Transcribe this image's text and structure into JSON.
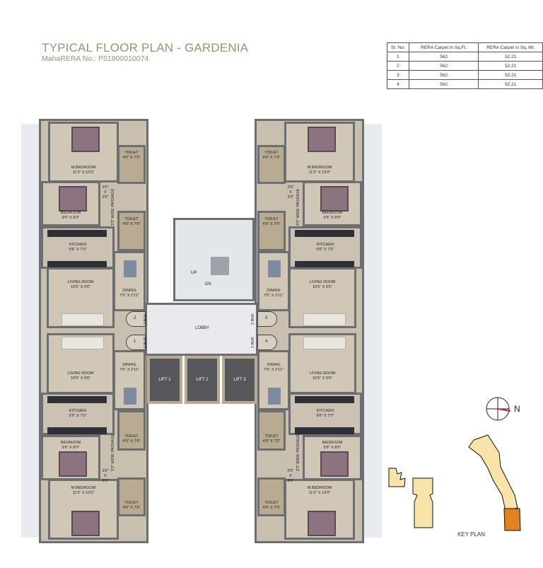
{
  "header": {
    "title": "TYPICAL FLOOR PLAN - GARDENIA",
    "rera_no": "MahaRERA No.: P51800010074"
  },
  "rera_table": {
    "columns": [
      "Sr. No.",
      "RERA Carpet in Sq.Ft.",
      "RERA Carpet in Sq. Mt."
    ],
    "rows": [
      [
        "1",
        "562",
        "52.21"
      ],
      [
        "2",
        "562",
        "52.21"
      ],
      [
        "3",
        "562",
        "52.21"
      ],
      [
        "4",
        "562",
        "52.21"
      ]
    ]
  },
  "rooms": {
    "m_bedroom": {
      "name": "M.BEDROOM",
      "size": "11'3\" X 10'0\""
    },
    "toilet": {
      "name": "TOILET",
      "size": "4'0\" X 7'0\""
    },
    "bedroom": {
      "name": "BEDROOM",
      "size": "9'6\" X 8'0\""
    },
    "kitchen": {
      "name": "KITCHEN",
      "size": "9'6\" X 7'0\""
    },
    "living": {
      "name": "LIVING ROOM",
      "size": "16'5\" X 9'6\""
    },
    "dining": {
      "name": "DINING",
      "size": "7'5\" X 2'11\""
    },
    "passage": "3'3\" WIDE PASSAGE",
    "nook": "3'0\" X 3'0\""
  },
  "units": [
    {
      "number": "2",
      "type": "2 BHK"
    },
    {
      "number": "1",
      "type": "2 BHK"
    },
    {
      "number": "3",
      "type": "2 BHK"
    },
    {
      "number": "4",
      "type": "2 BHK"
    }
  ],
  "core": {
    "stair_up": "UP",
    "stair_down": "DN",
    "lobby": "LOBBY",
    "lifts": [
      "LIFT 1",
      "LIFT 2",
      "LIFT 3"
    ]
  },
  "key_plan": {
    "label": "KEY PLAN",
    "north": "N",
    "highlight_color": "#e0821e",
    "block_color": "#f8e3a8"
  },
  "colors": {
    "title": "#8d9a74",
    "wall": "#6c6e71",
    "floor": "#d1c7b6"
  }
}
